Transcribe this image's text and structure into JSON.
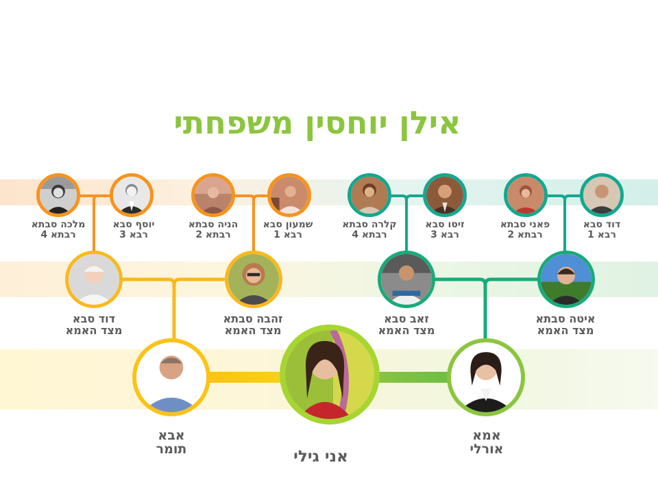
{
  "title": "אילן יוחסין משפחתי",
  "colors": {
    "orange": "#f7931e",
    "yellow": "#fbb81d",
    "green": "#1aaa7a",
    "teal": "#13a88f",
    "lime": "#8bc53f",
    "gold": "#f7d117"
  },
  "self": {
    "line1": "אני גילי"
  },
  "father": {
    "line1": "אבא",
    "line2": "תומר"
  },
  "mother": {
    "line1": "אמא",
    "line2": "אורלי"
  },
  "grandparents": {
    "father_father": {
      "line1": "דוד סבא",
      "line2": "מצד האמא"
    },
    "father_mother": {
      "line1": "זהבה סבתא",
      "line2": "מצד האמא"
    },
    "mother_father": {
      "line1": "זאב סבא",
      "line2": "מצד האמא"
    },
    "mother_mother": {
      "line1": "איטה סבתא",
      "line2": "מצד האמא"
    }
  },
  "great_grandparents": [
    {
      "line1": "מלכה סבתא",
      "line2": "רבתא 4"
    },
    {
      "line1": "יוסף סבא",
      "line2": "רבא 3"
    },
    {
      "line1": "הניה סבתא",
      "line2": "רבתא 2"
    },
    {
      "line1": "שמעון סבא",
      "line2": "רבא 1"
    },
    {
      "line1": "קלרה סבתא",
      "line2": "רבתא 4"
    },
    {
      "line1": "זיסו סבא",
      "line2": "רבא 3"
    },
    {
      "line1": "פאני סבתא",
      "line2": "רבתא 2"
    },
    {
      "line1": "דוד סבא",
      "line2": "רבא 1"
    }
  ]
}
